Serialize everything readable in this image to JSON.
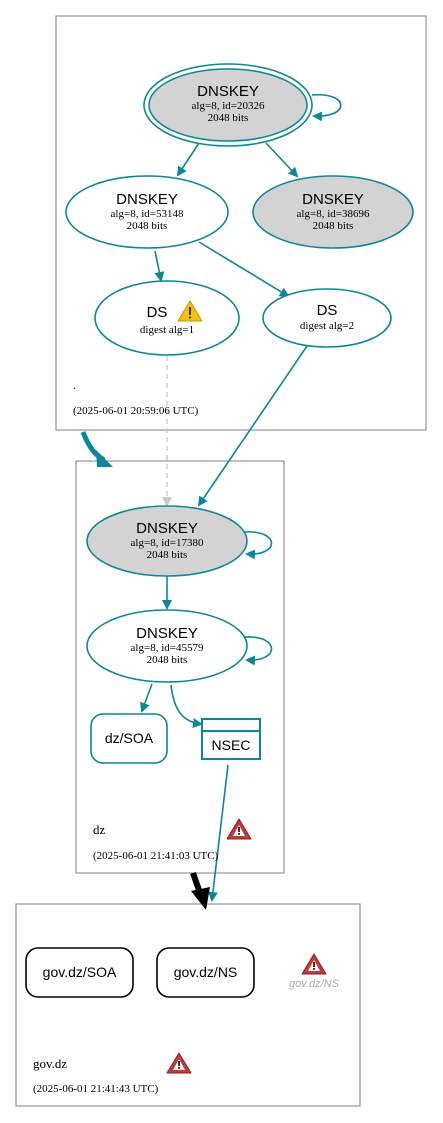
{
  "colors": {
    "edge": "#0a879a",
    "node_gray": "#d3d3d3",
    "border": "#808080",
    "warning_yellow": "#f4c20d",
    "error_red": "#c43a3a",
    "muted": "#aaaaaa"
  },
  "zones": [
    {
      "name": ".",
      "timestamp": "(2025-06-01 20:59:06 UTC)"
    },
    {
      "name": "dz",
      "timestamp": "(2025-06-01 21:41:03 UTC)"
    },
    {
      "name": "gov.dz",
      "timestamp": "(2025-06-01 21:41:43 UTC)"
    }
  ],
  "nodes": {
    "root_ksk": {
      "title": "DNSKEY",
      "line1": "alg=8, id=20326",
      "line2": "2048 bits"
    },
    "root_zsk": {
      "title": "DNSKEY",
      "line1": "alg=8, id=53148",
      "line2": "2048 bits"
    },
    "root_key3": {
      "title": "DNSKEY",
      "line1": "alg=8, id=38696",
      "line2": "2048 bits"
    },
    "ds1": {
      "title": "DS",
      "line1": "digest alg=1"
    },
    "ds2": {
      "title": "DS",
      "line1": "digest alg=2"
    },
    "dz_ksk": {
      "title": "DNSKEY",
      "line1": "alg=8, id=17380",
      "line2": "2048 bits"
    },
    "dz_zsk": {
      "title": "DNSKEY",
      "line1": "alg=8, id=45579",
      "line2": "2048 bits"
    },
    "dz_soa": {
      "label": "dz/SOA"
    },
    "nsec": {
      "label": "NSEC"
    },
    "gov_soa": {
      "label": "gov.dz/SOA"
    },
    "gov_ns": {
      "label": "gov.dz/NS"
    },
    "gov_ns_missing": {
      "label": "gov.dz/NS"
    }
  },
  "icons": {
    "warning": "warning-triangle-icon",
    "error": "error-triangle-icon"
  }
}
